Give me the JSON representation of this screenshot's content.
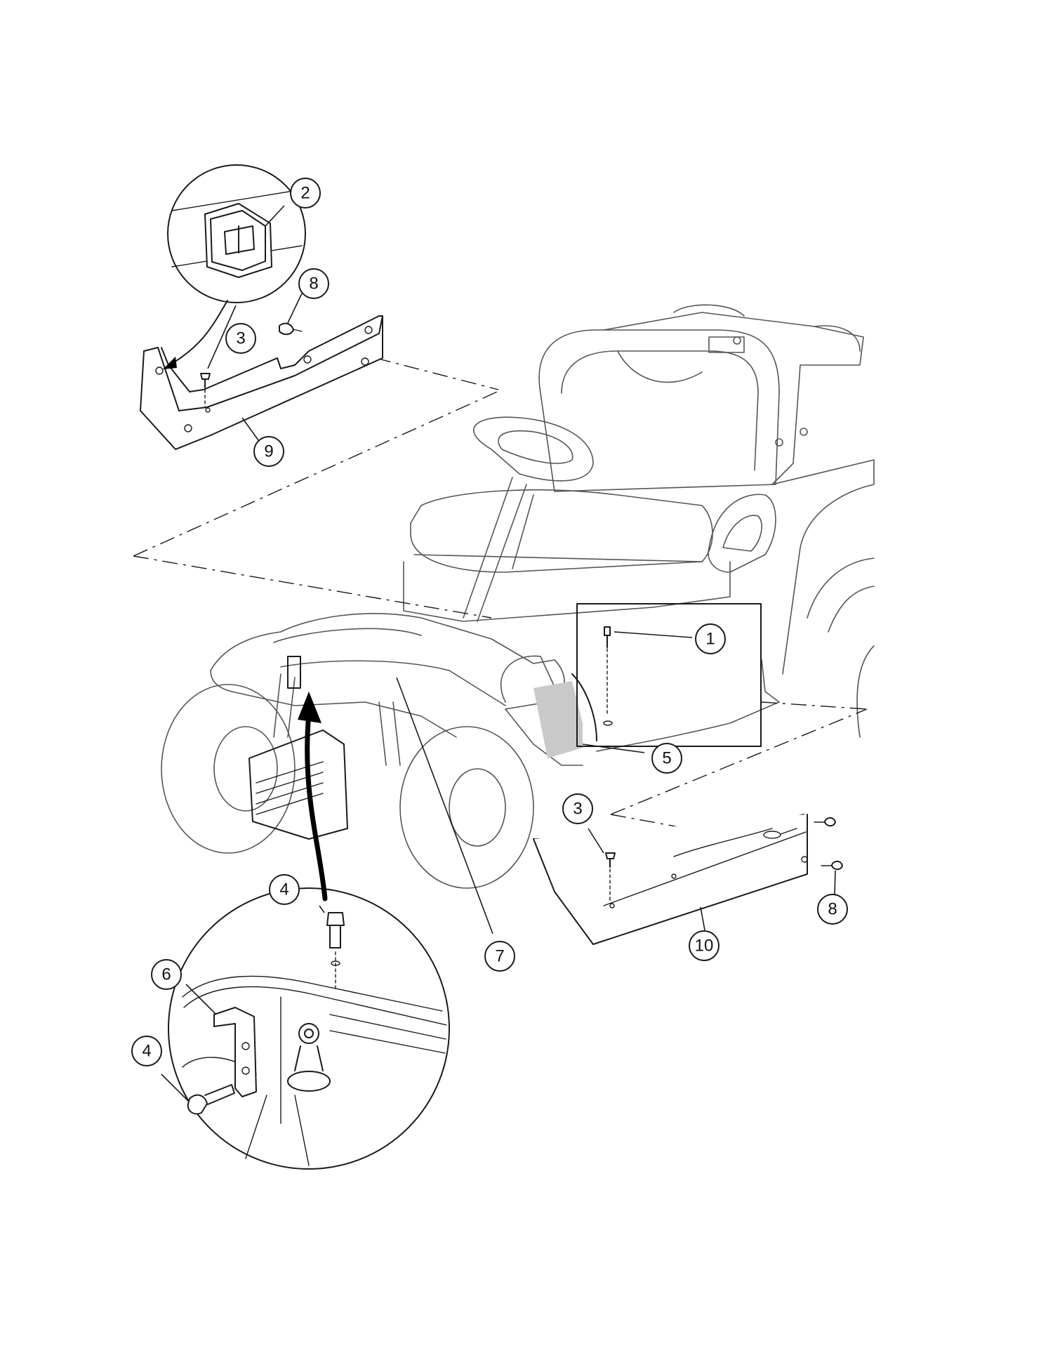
{
  "callouts": [
    {
      "id": "c1",
      "label": "1"
    },
    {
      "id": "c2",
      "label": "2"
    },
    {
      "id": "c3a",
      "label": "3"
    },
    {
      "id": "c3b",
      "label": "3"
    },
    {
      "id": "c4a",
      "label": "4"
    },
    {
      "id": "c4b",
      "label": "4"
    },
    {
      "id": "c5",
      "label": "5"
    },
    {
      "id": "c6",
      "label": "6"
    },
    {
      "id": "c7",
      "label": "7"
    },
    {
      "id": "c8a",
      "label": "8"
    },
    {
      "id": "c8b",
      "label": "8"
    },
    {
      "id": "c9",
      "label": "9"
    },
    {
      "id": "c10",
      "label": "10"
    }
  ],
  "colors": {
    "line": "#1a1a1a",
    "floor_panel": "#c9c9c9",
    "background": "#ffffff"
  }
}
